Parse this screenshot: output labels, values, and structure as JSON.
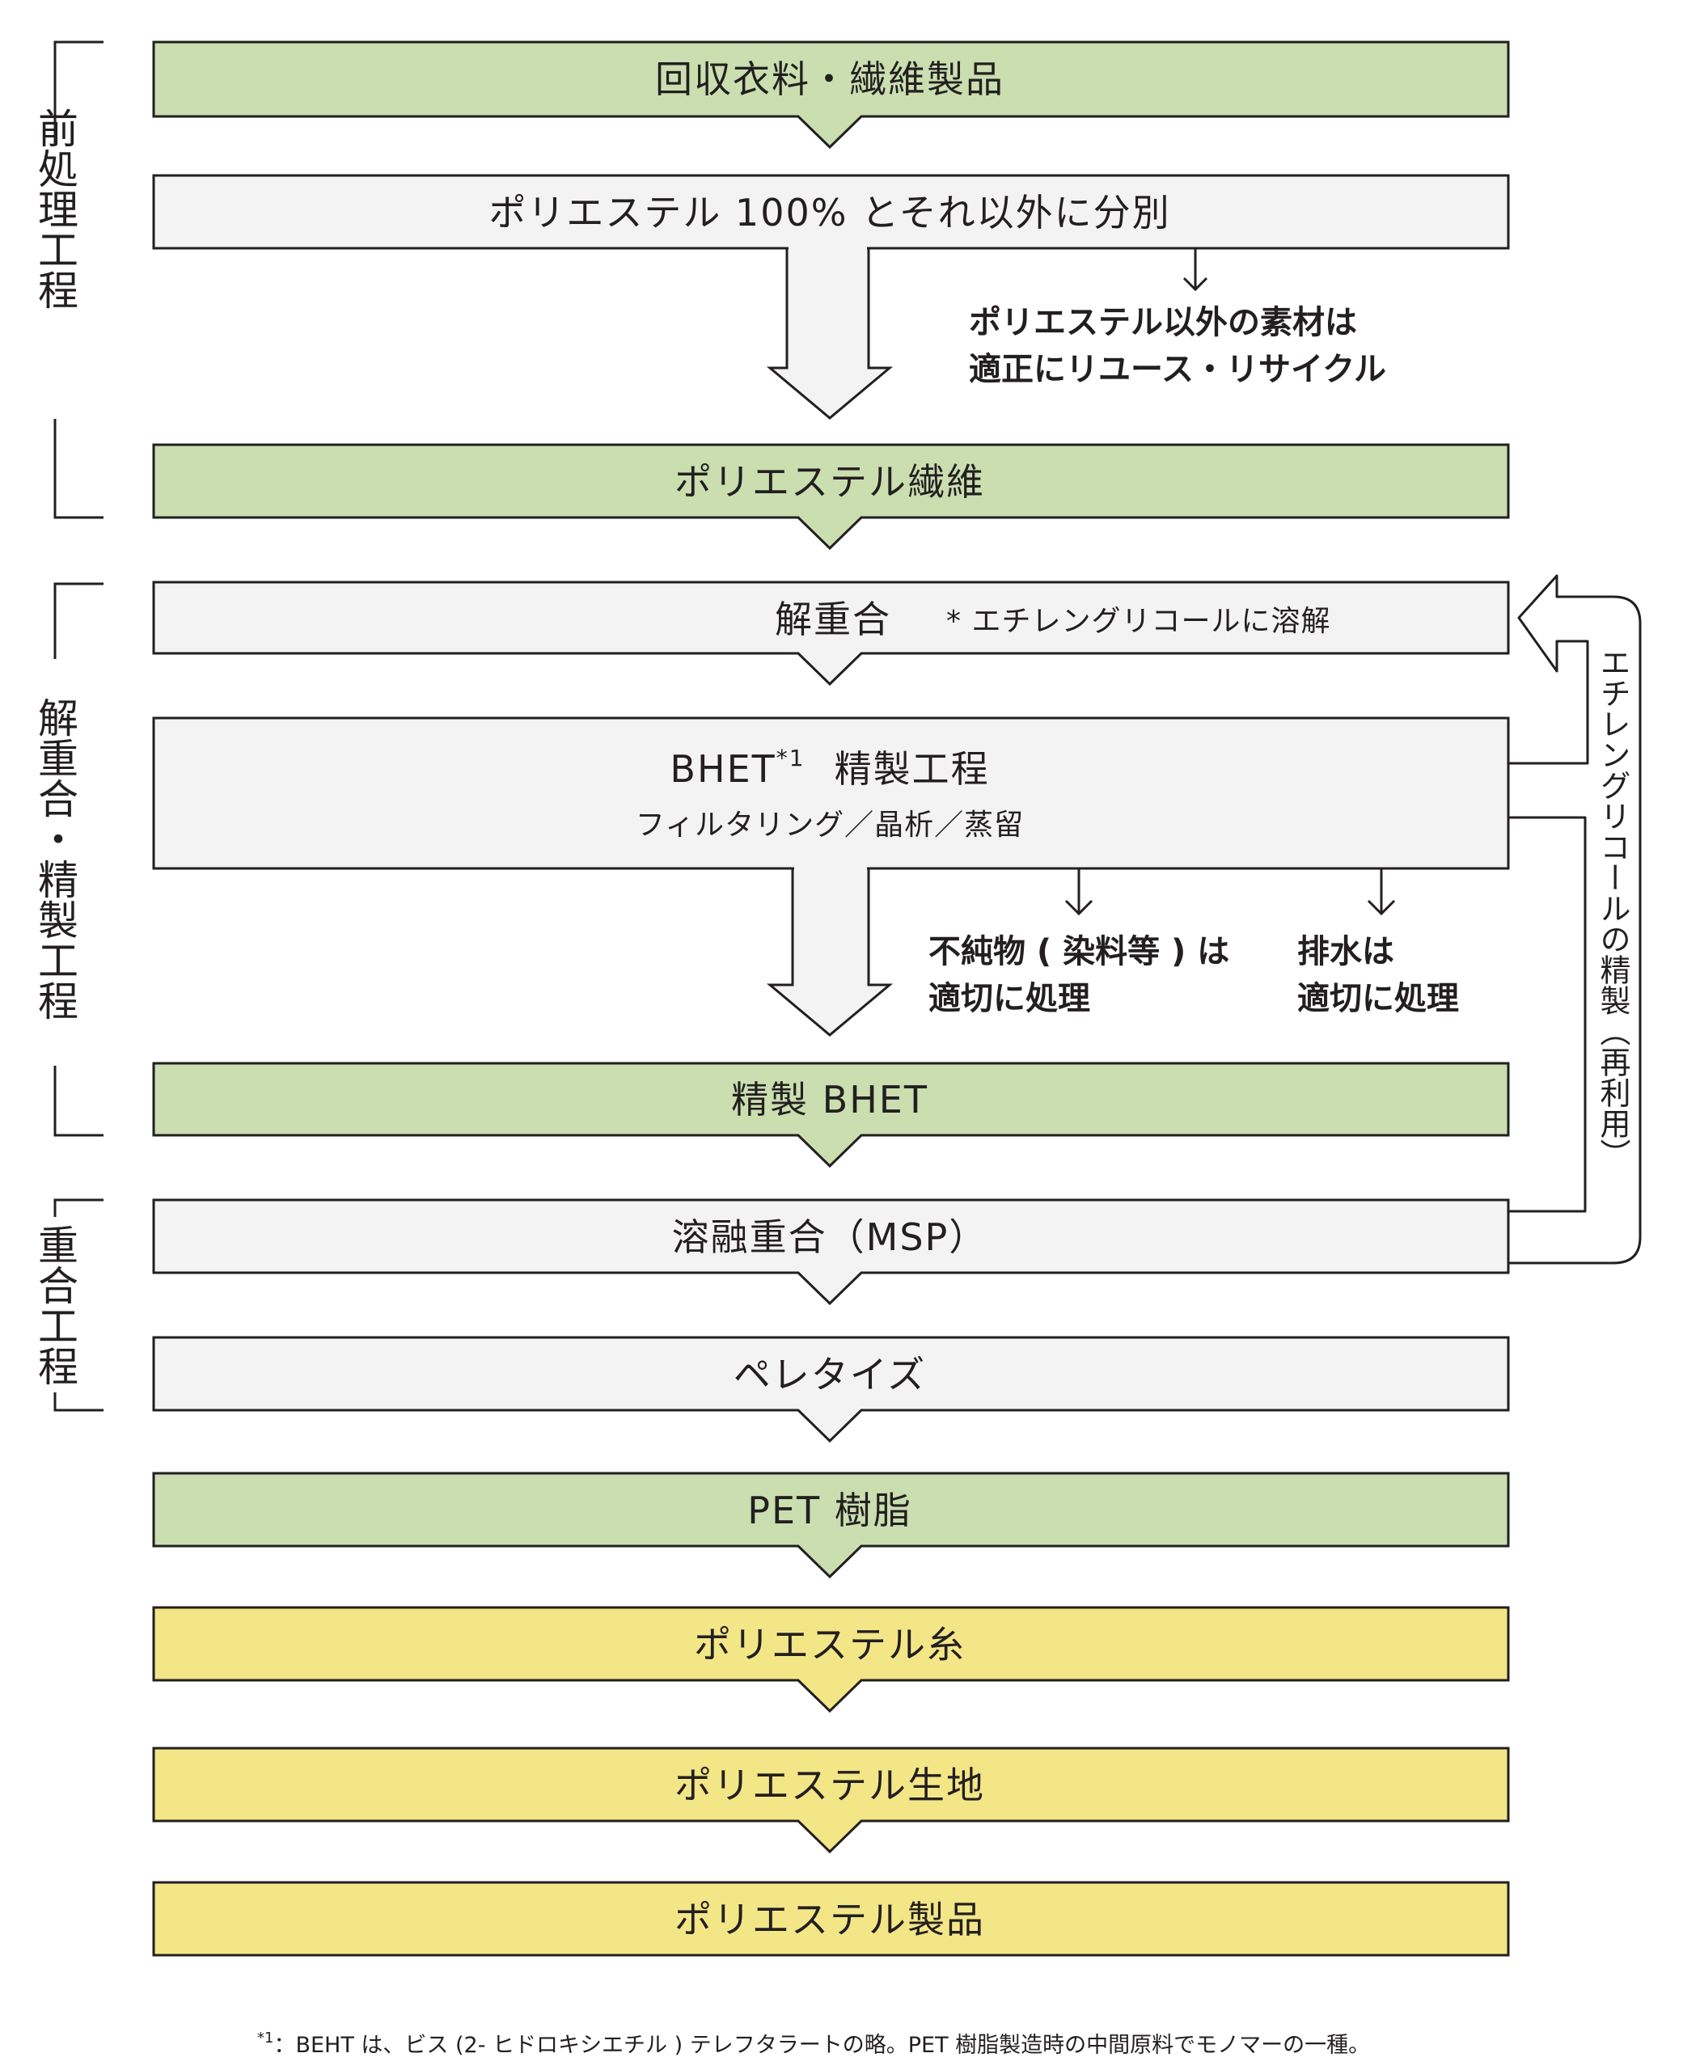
{
  "colors": {
    "green": "#cadeb0",
    "gray": "#f4f3f3",
    "yellow": "#f3e687",
    "stroke": "#231f20"
  },
  "stages": {
    "pretreatment": "前処理工程",
    "depolymerization": "解重合・精製工程",
    "polymerization": "重合工程"
  },
  "boxes": {
    "collected": "回収衣料・繊維製品",
    "sorting": "ポリエステル 100% とそれ以外に分別",
    "polyester_fiber": "ポリエステル繊維",
    "depolymerization": "解重合",
    "depolymerization_note": "* エチレングリコールに溶解",
    "bhet_title": "BHET",
    "bhet_sup": "*1",
    "bhet_title_suffix": "精製工程",
    "bhet_sub": "フィルタリング／晶析／蒸留",
    "purified_bhet": "精製 BHET",
    "msp": "溶融重合（MSP）",
    "pelletize": "ペレタイズ",
    "pet_resin": "PET 樹脂",
    "yarn": "ポリエステル糸",
    "fabric": "ポリエステル生地",
    "products": "ポリエステル製品"
  },
  "notes": {
    "non_polyester_line1": "ポリエステル以外の素材は",
    "non_polyester_line2": "適正にリユース・リサイクル",
    "impurities_line1": "不純物 ( 染料等 ) は",
    "impurities_line2": "適切に処理",
    "drainage_line1": "排水は",
    "drainage_line2": "適切に処理"
  },
  "recycle_loop": "エチレングリコールの精製（再利用）",
  "footnote": {
    "mark": "*1",
    "text": "：BEHT は、ビス (2- ヒドロキシエチル ) テレフタラートの略。PET 樹脂製造時の中間原料でモノマーの一種。"
  }
}
